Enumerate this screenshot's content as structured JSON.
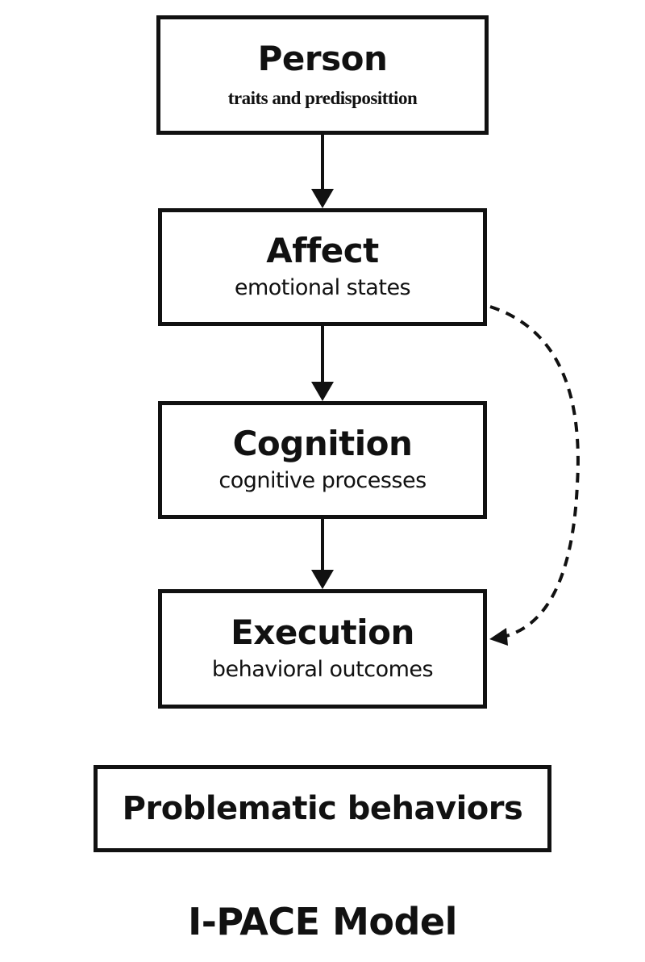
{
  "boxes": {
    "person": {
      "title": "Person",
      "subtitle": "traits and predisposittion"
    },
    "affect": {
      "title": "Affect",
      "subtitle": "emotional states"
    },
    "cognition": {
      "title": "Cognition",
      "subtitle": "cognitive processes"
    },
    "execution": {
      "title": "Execution",
      "subtitle": "behavioral outcomes"
    },
    "problematic": {
      "title": "Problematic behaviors"
    }
  },
  "model_title": "I-PACE Model",
  "colors": {
    "stroke": "#111111",
    "background": "#ffffff"
  }
}
